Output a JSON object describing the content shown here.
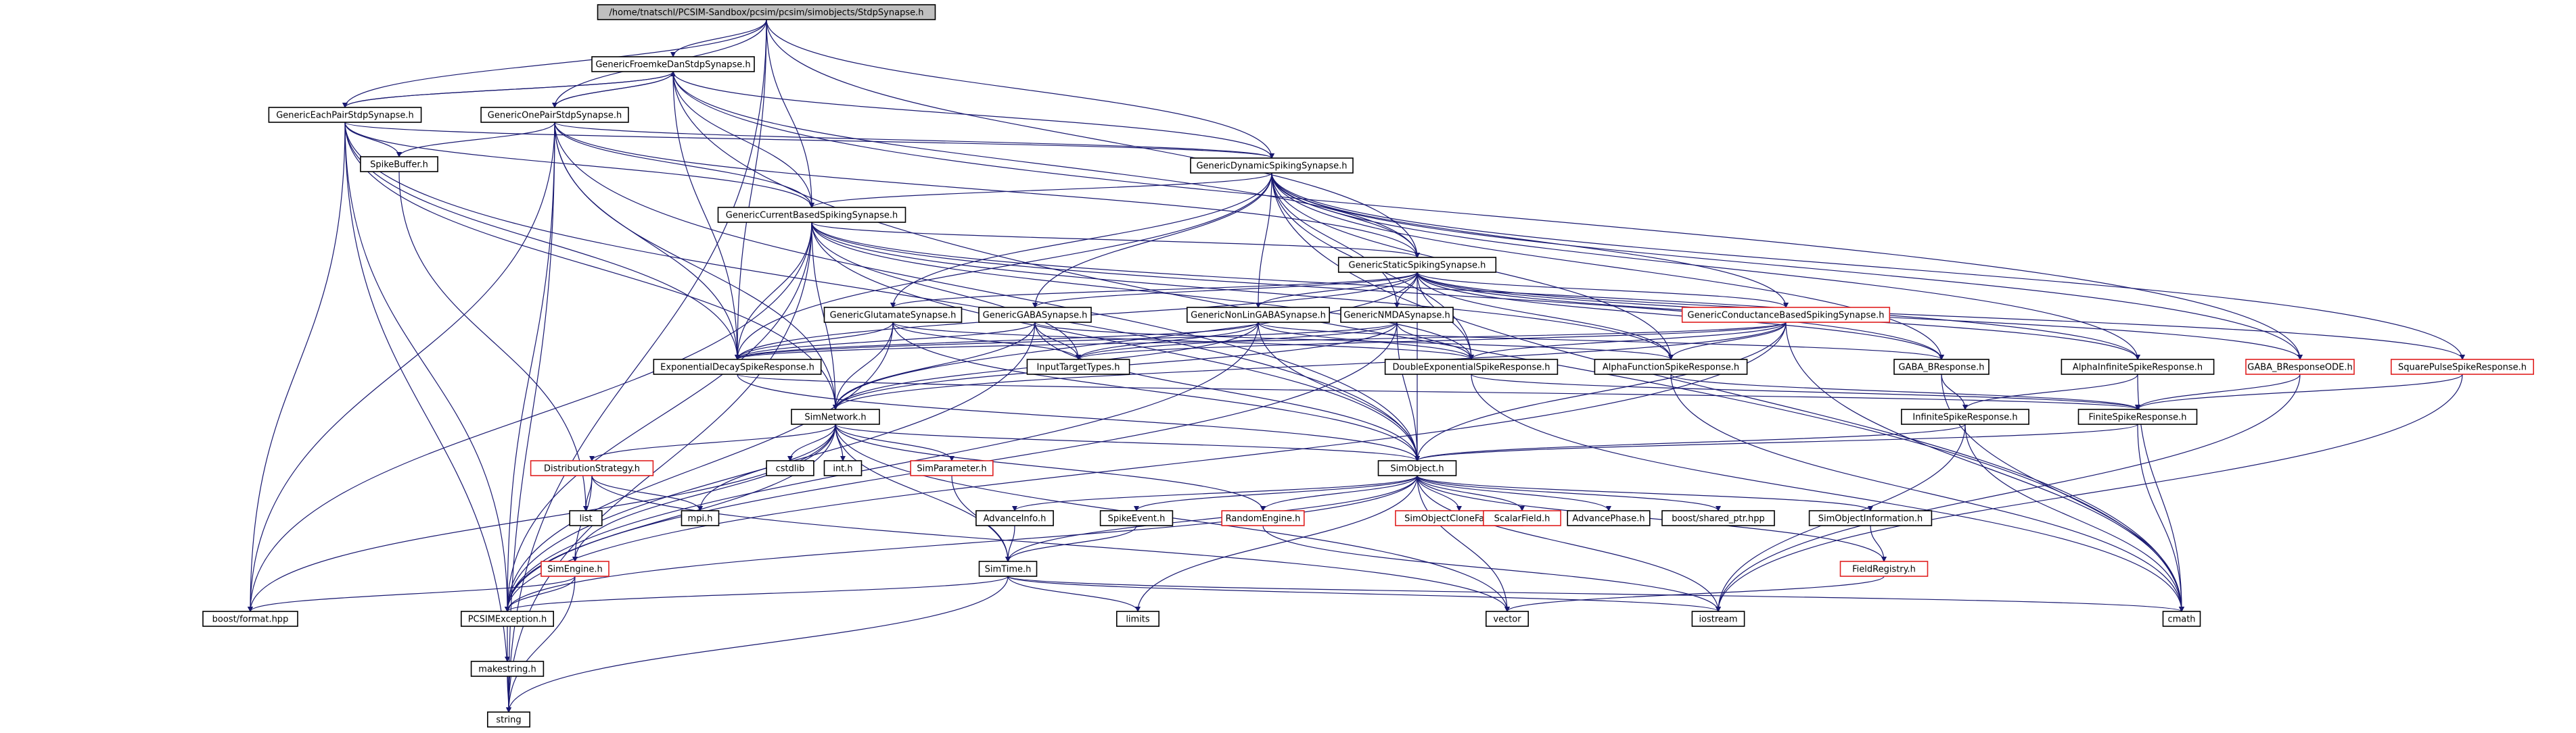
{
  "colors": {
    "edge": "#191970",
    "node_border": "#000000",
    "node_border_incomplete": "#e02020",
    "root_fill": "#bfbfbf"
  },
  "nodes": [
    {
      "id": "root",
      "label": "/home/tnatschl/PCSIM-Sandbox/pcsim/pcsim/simobjects/StdpSynapse.h",
      "style": "root"
    },
    {
      "id": "gfdss",
      "label": "GenericFroemkeDanStdpSynapse.h"
    },
    {
      "id": "gepss",
      "label": "GenericEachPairStdpSynapse.h"
    },
    {
      "id": "gopss",
      "label": "GenericOnePairStdpSynapse.h"
    },
    {
      "id": "spikebuffer",
      "label": "SpikeBuffer.h"
    },
    {
      "id": "gdss",
      "label": "GenericDynamicSpikingSynapse.h"
    },
    {
      "id": "gcbss",
      "label": "GenericCurrentBasedSpikingSynapse.h"
    },
    {
      "id": "gsss",
      "label": "GenericStaticSpikingSynapse.h"
    },
    {
      "id": "ggluts",
      "label": "GenericGlutamateSynapse.h"
    },
    {
      "id": "ggabas",
      "label": "GenericGABASynapse.h"
    },
    {
      "id": "gnlgaba",
      "label": "GenericNonLinGABASynapse.h"
    },
    {
      "id": "gnmdas",
      "label": "GenericNMDASynapse.h"
    },
    {
      "id": "gcondbss",
      "label": "GenericConductanceBasedSpikingSynapse.h",
      "style": "red"
    },
    {
      "id": "edsr",
      "label": "ExponentialDecaySpikeResponse.h"
    },
    {
      "id": "itt",
      "label": "InputTargetTypes.h"
    },
    {
      "id": "desr",
      "label": "DoubleExponentialSpikeResponse.h"
    },
    {
      "id": "afsr",
      "label": "AlphaFunctionSpikeResponse.h"
    },
    {
      "id": "gabab",
      "label": "GABA_BResponse.h"
    },
    {
      "id": "aisr",
      "label": "AlphaInfiniteSpikeResponse.h"
    },
    {
      "id": "gababode",
      "label": "GABA_BResponseODE.h",
      "style": "red"
    },
    {
      "id": "spsr",
      "label": "SquarePulseSpikeResponse.h",
      "style": "red"
    },
    {
      "id": "simnetwork",
      "label": "SimNetwork.h"
    },
    {
      "id": "isr",
      "label": "InfiniteSpikeResponse.h"
    },
    {
      "id": "fsr",
      "label": "FiniteSpikeResponse.h"
    },
    {
      "id": "diststrat",
      "label": "DistributionStrategy.h",
      "style": "red"
    },
    {
      "id": "cstdlib",
      "label": "cstdlib"
    },
    {
      "id": "inth",
      "label": "int.h"
    },
    {
      "id": "simparam",
      "label": "SimParameter.h",
      "style": "red"
    },
    {
      "id": "simobject",
      "label": "SimObject.h"
    },
    {
      "id": "list",
      "label": "list"
    },
    {
      "id": "mpih",
      "label": "mpi.h"
    },
    {
      "id": "advinfo",
      "label": "AdvanceInfo.h"
    },
    {
      "id": "spikeevent",
      "label": "SpikeEvent.h"
    },
    {
      "id": "randomengine",
      "label": "RandomEngine.h",
      "style": "red"
    },
    {
      "id": "socf",
      "label": "SimObjectCloneFactory.h",
      "style": "red"
    },
    {
      "id": "scalarfield",
      "label": "ScalarField.h",
      "style": "red"
    },
    {
      "id": "advphase",
      "label": "AdvancePhase.h"
    },
    {
      "id": "sharedptr",
      "label": "boost/shared_ptr.hpp"
    },
    {
      "id": "soinfo",
      "label": "SimObjectInformation.h"
    },
    {
      "id": "simengine",
      "label": "SimEngine.h",
      "style": "red"
    },
    {
      "id": "simtime",
      "label": "SimTime.h"
    },
    {
      "id": "fieldreg",
      "label": "FieldRegistry.h",
      "style": "red"
    },
    {
      "id": "bformat",
      "label": "boost/format.hpp"
    },
    {
      "id": "pcsimexc",
      "label": "PCSIMException.h"
    },
    {
      "id": "limits",
      "label": "limits"
    },
    {
      "id": "vector",
      "label": "vector"
    },
    {
      "id": "iostream",
      "label": "iostream"
    },
    {
      "id": "cmath",
      "label": "cmath"
    },
    {
      "id": "makestring",
      "label": "makestring.h"
    },
    {
      "id": "string",
      "label": "string"
    }
  ],
  "edges": [
    [
      "root",
      "gfdss"
    ],
    [
      "root",
      "gepss"
    ],
    [
      "root",
      "gopss"
    ],
    [
      "root",
      "gcbss"
    ],
    [
      "root",
      "gdss"
    ],
    [
      "root",
      "edsr"
    ],
    [
      "root",
      "gsss"
    ],
    [
      "root",
      "string"
    ],
    [
      "gfdss",
      "gepss"
    ],
    [
      "gfdss",
      "gopss"
    ],
    [
      "gfdss",
      "gdss"
    ],
    [
      "gfdss",
      "gcbss"
    ],
    [
      "gfdss",
      "gsss"
    ],
    [
      "gfdss",
      "edsr"
    ],
    [
      "gfdss",
      "cmath"
    ],
    [
      "gfdss",
      "gababode"
    ],
    [
      "gepss",
      "gfdss"
    ],
    [
      "gepss",
      "spikebuffer"
    ],
    [
      "gepss",
      "gcbss"
    ],
    [
      "gepss",
      "gdss"
    ],
    [
      "gepss",
      "edsr"
    ],
    [
      "gepss",
      "simnetwork"
    ],
    [
      "gepss",
      "pcsimexc"
    ],
    [
      "gepss",
      "bformat"
    ],
    [
      "gepss",
      "string"
    ],
    [
      "gepss",
      "simobject"
    ],
    [
      "gopss",
      "gfdss"
    ],
    [
      "gopss",
      "spikebuffer"
    ],
    [
      "gopss",
      "gdss"
    ],
    [
      "gopss",
      "gcbss"
    ],
    [
      "gopss",
      "gsss"
    ],
    [
      "gopss",
      "edsr"
    ],
    [
      "gopss",
      "simnetwork"
    ],
    [
      "gopss",
      "simobject"
    ],
    [
      "gopss",
      "pcsimexc"
    ],
    [
      "gopss",
      "bformat"
    ],
    [
      "gopss",
      "string"
    ],
    [
      "spikebuffer",
      "list"
    ],
    [
      "gdss",
      "gcbss"
    ],
    [
      "gdss",
      "gsss"
    ],
    [
      "gdss",
      "ggluts"
    ],
    [
      "gdss",
      "ggabas"
    ],
    [
      "gdss",
      "gnlgaba"
    ],
    [
      "gdss",
      "gnmdas"
    ],
    [
      "gdss",
      "gcondbss"
    ],
    [
      "gdss",
      "gabab"
    ],
    [
      "gdss",
      "aisr"
    ],
    [
      "gdss",
      "gababode"
    ],
    [
      "gdss",
      "spsr"
    ],
    [
      "gdss",
      "edsr"
    ],
    [
      "gdss",
      "desr"
    ],
    [
      "gdss",
      "afsr"
    ],
    [
      "gdss",
      "cmath"
    ],
    [
      "gcbss",
      "gsss"
    ],
    [
      "gcbss",
      "edsr"
    ],
    [
      "gcbss",
      "desr"
    ],
    [
      "gcbss",
      "afsr"
    ],
    [
      "gcbss",
      "simnetwork"
    ],
    [
      "gcbss",
      "simobject"
    ],
    [
      "gcbss",
      "pcsimexc"
    ],
    [
      "gcbss",
      "bformat"
    ],
    [
      "gcbss",
      "string"
    ],
    [
      "gcbss",
      "itt"
    ],
    [
      "gcbss",
      "aisr"
    ],
    [
      "gcbss",
      "gabab"
    ],
    [
      "gsss",
      "ggluts"
    ],
    [
      "gsss",
      "ggabas"
    ],
    [
      "gsss",
      "gnlgaba"
    ],
    [
      "gsss",
      "gnmdas"
    ],
    [
      "gsss",
      "gcondbss"
    ],
    [
      "gsss",
      "edsr"
    ],
    [
      "gsss",
      "desr"
    ],
    [
      "gsss",
      "afsr"
    ],
    [
      "gsss",
      "gabab"
    ],
    [
      "gsss",
      "aisr"
    ],
    [
      "gsss",
      "gababode"
    ],
    [
      "gsss",
      "spsr"
    ],
    [
      "gsss",
      "simobject"
    ],
    [
      "gsss",
      "simnetwork"
    ],
    [
      "ggluts",
      "edsr"
    ],
    [
      "ggluts",
      "itt"
    ],
    [
      "ggluts",
      "simnetwork"
    ],
    [
      "ggluts",
      "simobject"
    ],
    [
      "ggluts",
      "desr"
    ],
    [
      "ggluts",
      "pcsimexc"
    ],
    [
      "ggabas",
      "edsr"
    ],
    [
      "ggabas",
      "itt"
    ],
    [
      "ggabas",
      "simnetwork"
    ],
    [
      "ggabas",
      "simobject"
    ],
    [
      "ggabas",
      "afsr"
    ],
    [
      "ggabas",
      "pcsimexc"
    ],
    [
      "gnlgaba",
      "edsr"
    ],
    [
      "gnlgaba",
      "itt"
    ],
    [
      "gnlgaba",
      "gabab"
    ],
    [
      "gnlgaba",
      "simnetwork"
    ],
    [
      "gnlgaba",
      "simobject"
    ],
    [
      "gnlgaba",
      "desr"
    ],
    [
      "gnlgaba",
      "pcsimexc"
    ],
    [
      "gnmdas",
      "edsr"
    ],
    [
      "gnmdas",
      "itt"
    ],
    [
      "gnmdas",
      "desr"
    ],
    [
      "gnmdas",
      "simnetwork"
    ],
    [
      "gnmdas",
      "simobject"
    ],
    [
      "gnmdas",
      "pcsimexc"
    ],
    [
      "gcondbss",
      "edsr"
    ],
    [
      "gcondbss",
      "itt"
    ],
    [
      "gcondbss",
      "desr"
    ],
    [
      "gcondbss",
      "afsr"
    ],
    [
      "gcondbss",
      "simnetwork"
    ],
    [
      "gcondbss",
      "simobject"
    ],
    [
      "gcondbss",
      "pcsimexc"
    ],
    [
      "gcondbss",
      "cmath"
    ],
    [
      "edsr",
      "fsr"
    ],
    [
      "edsr",
      "simobject"
    ],
    [
      "desr",
      "fsr"
    ],
    [
      "desr",
      "cmath"
    ],
    [
      "afsr",
      "fsr"
    ],
    [
      "afsr",
      "cmath"
    ],
    [
      "gabab",
      "isr"
    ],
    [
      "gabab",
      "cmath"
    ],
    [
      "aisr",
      "isr"
    ],
    [
      "aisr",
      "cmath"
    ],
    [
      "gababode",
      "fsr"
    ],
    [
      "gababode",
      "iostream"
    ],
    [
      "spsr",
      "fsr"
    ],
    [
      "spsr",
      "iostream"
    ],
    [
      "fsr",
      "simobject"
    ],
    [
      "fsr",
      "cmath"
    ],
    [
      "isr",
      "simobject"
    ],
    [
      "isr",
      "iostream"
    ],
    [
      "isr",
      "cmath"
    ],
    [
      "simnetwork",
      "diststrat"
    ],
    [
      "simnetwork",
      "cstdlib"
    ],
    [
      "simnetwork",
      "inth"
    ],
    [
      "simnetwork",
      "simparam"
    ],
    [
      "simnetwork",
      "simobject"
    ],
    [
      "simnetwork",
      "randomengine"
    ],
    [
      "simnetwork",
      "simengine"
    ],
    [
      "simnetwork",
      "simtime"
    ],
    [
      "simnetwork",
      "pcsimexc"
    ],
    [
      "simnetwork",
      "bformat"
    ],
    [
      "simnetwork",
      "mpih"
    ],
    [
      "simnetwork",
      "vector"
    ],
    [
      "diststrat",
      "list"
    ],
    [
      "diststrat",
      "mpih"
    ],
    [
      "diststrat",
      "simengine"
    ],
    [
      "diststrat",
      "vector"
    ],
    [
      "simparam",
      "simtime"
    ],
    [
      "simobject",
      "advinfo"
    ],
    [
      "simobject",
      "spikeevent"
    ],
    [
      "simobject",
      "randomengine"
    ],
    [
      "simobject",
      "socf"
    ],
    [
      "simobject",
      "scalarfield"
    ],
    [
      "simobject",
      "advphase"
    ],
    [
      "simobject",
      "sharedptr"
    ],
    [
      "simobject",
      "soinfo"
    ],
    [
      "simobject",
      "fieldreg"
    ],
    [
      "simobject",
      "limits"
    ],
    [
      "simobject",
      "vector"
    ],
    [
      "simobject",
      "iostream"
    ],
    [
      "simobject",
      "pcsimexc"
    ],
    [
      "simobject",
      "simtime"
    ],
    [
      "advinfo",
      "simtime"
    ],
    [
      "spikeevent",
      "simtime"
    ],
    [
      "randomengine",
      "iostream"
    ],
    [
      "soinfo",
      "fieldreg"
    ],
    [
      "fieldreg",
      "vector"
    ],
    [
      "simengine",
      "bformat"
    ],
    [
      "simengine",
      "pcsimexc"
    ],
    [
      "simengine",
      "string"
    ],
    [
      "simtime",
      "pcsimexc"
    ],
    [
      "simtime",
      "limits"
    ],
    [
      "simtime",
      "iostream"
    ],
    [
      "simtime",
      "cmath"
    ],
    [
      "simtime",
      "string"
    ],
    [
      "pcsimexc",
      "makestring"
    ],
    [
      "makestring",
      "string"
    ]
  ]
}
